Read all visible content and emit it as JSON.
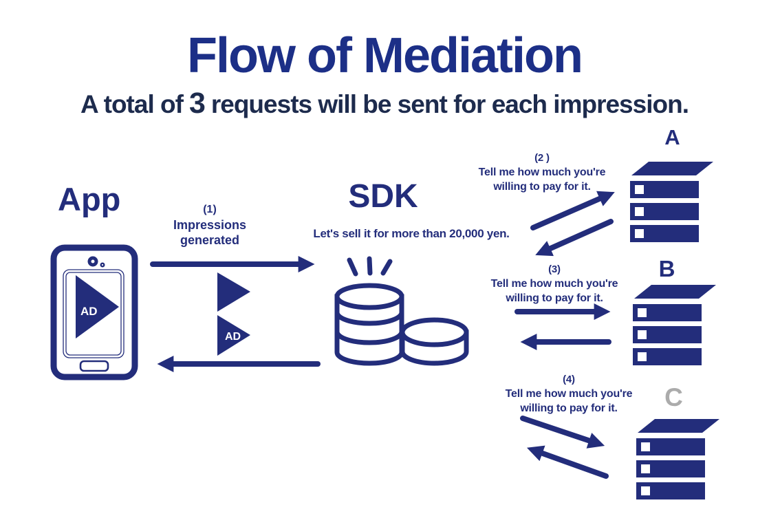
{
  "title": "Flow of Mediation",
  "subtitle": {
    "prefix": "A total of",
    "count": "3",
    "suffix": "requests will be sent for each impression."
  },
  "app": {
    "label": "App",
    "ad_badge": "AD"
  },
  "step1": {
    "num": "(1)",
    "line1": "Impressions",
    "line2": "generated"
  },
  "ad_return_badge": "AD",
  "sdk": {
    "label": "SDK",
    "caption": "Let's sell it for more than 20,000 yen."
  },
  "networks": [
    {
      "id": "A",
      "step": "(2 )",
      "line1": "Tell me how much you're",
      "line2": "willing to pay for it."
    },
    {
      "id": "B",
      "step": "(3)",
      "line1": "Tell me how much you're",
      "line2": "willing to pay for it."
    },
    {
      "id": "C",
      "step": "(4)",
      "line1": "Tell me how much you're",
      "line2": "willing to pay for it."
    }
  ],
  "icons": {
    "app_device": "tablet-icon",
    "ad_creative": "play-triangle-icon",
    "sdk_money": "coins-icon",
    "network_server": "server-icon",
    "flow": "arrow-icon"
  },
  "colors": {
    "navy": "#232d7b",
    "title_blue": "#1c2f87",
    "subtitle_navy": "#1d2b4d",
    "network_c_gray": "#ababab",
    "background": "#ffffff"
  }
}
